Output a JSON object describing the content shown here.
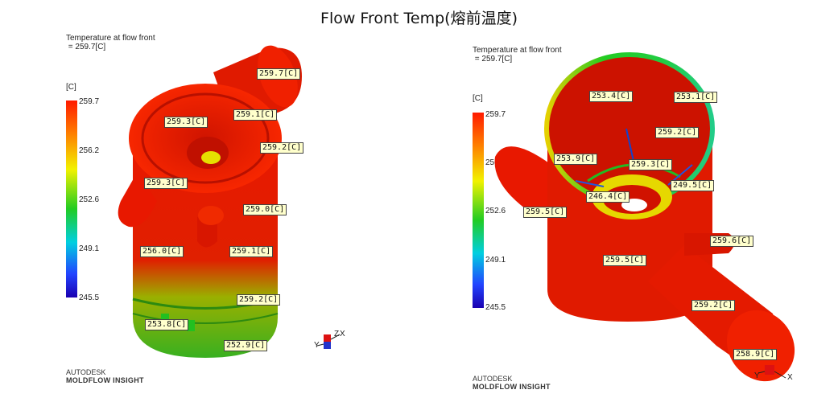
{
  "title": "Flow Front Temp(熔前温度)",
  "left": {
    "result_label": "Temperature at flow front",
    "result_value": " = 259.7[C]",
    "unit": "[C]",
    "scale": {
      "max": "259.7",
      "t1": "256.2",
      "t2": "252.6",
      "t3": "249.1",
      "min": "245.5"
    },
    "brand_top": "AUTODESK",
    "brand_bottom": "MOLDFLOW INSIGHT",
    "probes": [
      "259.7[C]",
      "259.3[C]",
      "259.1[C]",
      "259.2[C]",
      "259.3[C]",
      "259.0[C]",
      "256.0[C]",
      "259.1[C]",
      "259.2[C]",
      "253.8[C]",
      "252.9[C]"
    ],
    "axes": {
      "x": "X",
      "y": "Y",
      "z": "Z"
    }
  },
  "right": {
    "result_label": "Temperature at flow front",
    "result_value": " = 259.7[C]",
    "unit": "[C]",
    "scale": {
      "max": "259.7",
      "t1": "256.2",
      "t2": "252.6",
      "t3": "249.1",
      "min": "245.5"
    },
    "brand_top": "AUTODESK",
    "brand_bottom": "MOLDFLOW INSIGHT",
    "probes": [
      "253.4[C]",
      "253.1[C]",
      "259.2[C]",
      "253.9[C]",
      "259.3[C]",
      "249.5[C]",
      "246.4[C]",
      "259.5[C]",
      "259.6[C]",
      "259.5[C]",
      "259.2[C]",
      "258.9[C]"
    ],
    "axes": {
      "x": "X",
      "y": "Y"
    }
  },
  "colors": {
    "hot": "#ee1a00",
    "mid": "#7ab800",
    "cool": "#22aa22",
    "probe_bg": "#ffffcc"
  }
}
